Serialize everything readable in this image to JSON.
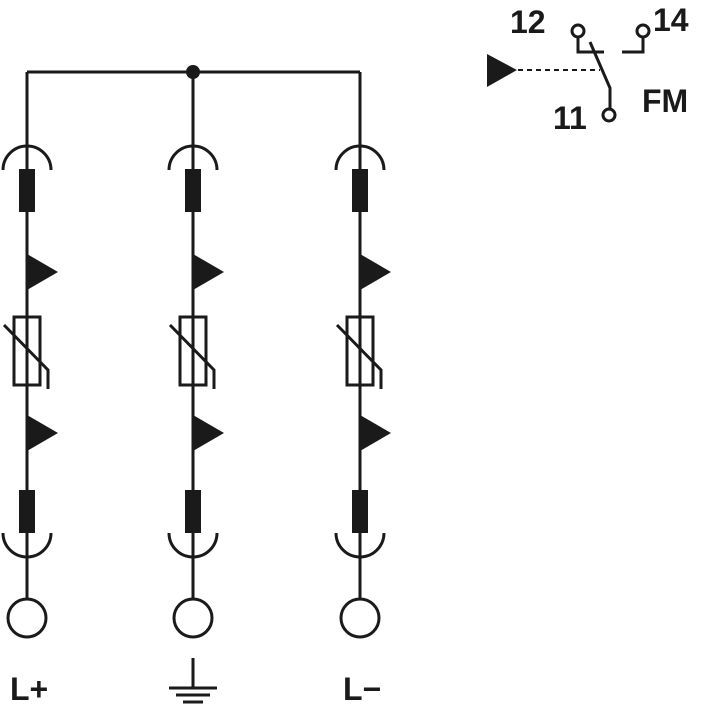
{
  "diagram": {
    "columns": [
      {
        "id": "l-plus",
        "label": "L+"
      },
      {
        "id": "ground",
        "label": "",
        "symbol": "ground-icon"
      },
      {
        "id": "l-minus",
        "label": "L−"
      }
    ],
    "remote_contact": {
      "terminal_12": "12",
      "terminal_14": "14",
      "terminal_11": "11",
      "label": "FM"
    },
    "colors": {
      "ink": "#1a1a1a",
      "background": "#ffffff"
    }
  }
}
